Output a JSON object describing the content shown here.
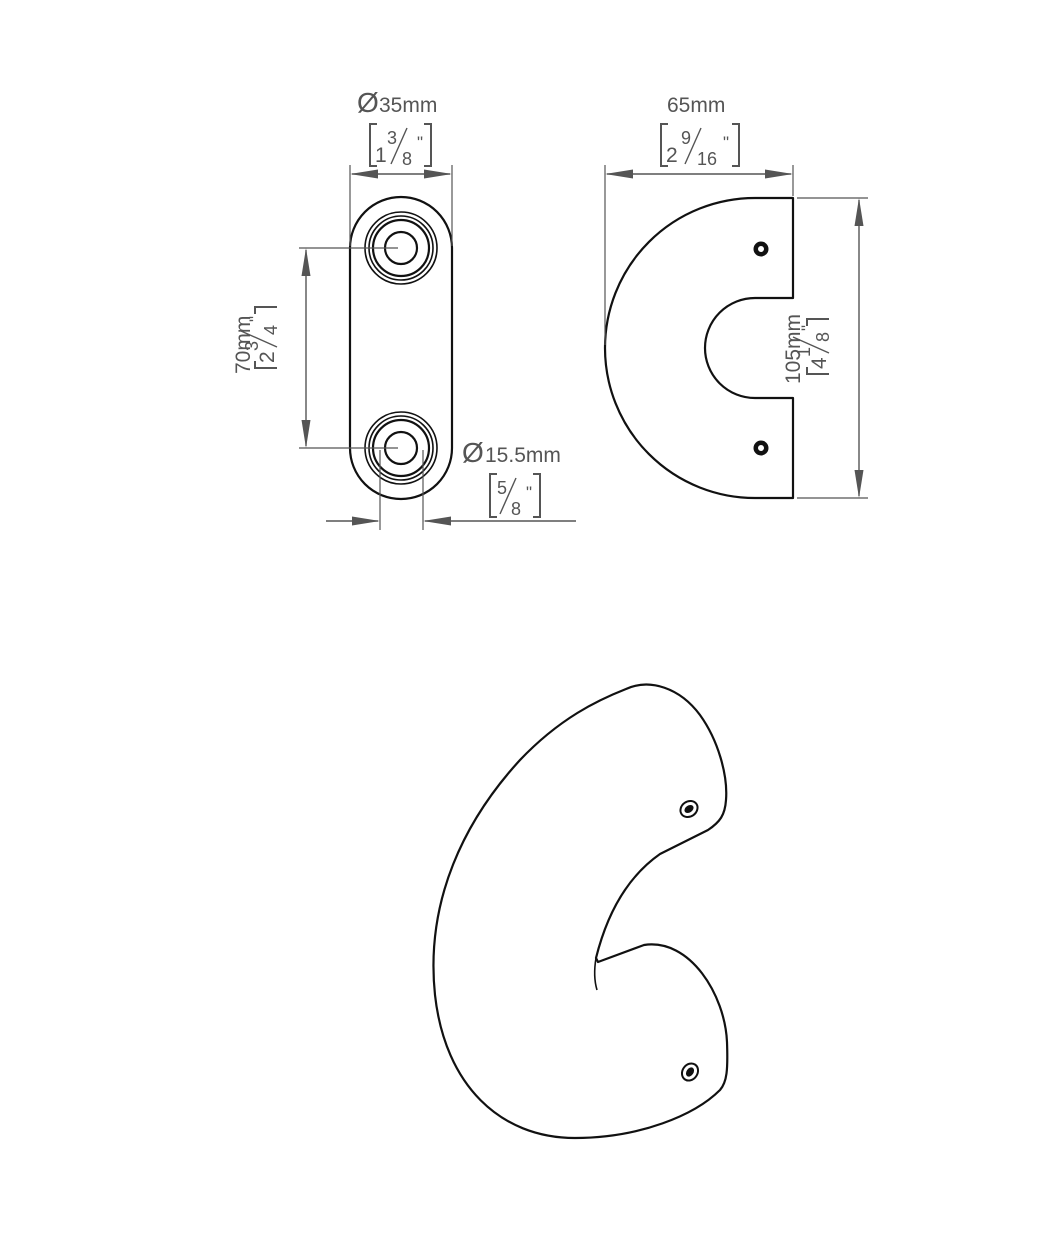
{
  "dimensions": {
    "top_width": {
      "metric": "35mm",
      "whole": "1",
      "num": "3",
      "den": "8",
      "inch": "\""
    },
    "hole_spacing": {
      "metric": "70mm",
      "whole": "2",
      "num": "3",
      "den": "4",
      "inch": "\""
    },
    "hole_diameter": {
      "metric": "15.5mm",
      "whole": "",
      "num": "5",
      "den": "8",
      "inch": "\""
    },
    "side_depth": {
      "metric": "65mm",
      "whole": "2",
      "num": "9",
      "den": "16",
      "inch": "\""
    },
    "side_height": {
      "metric": "105mm",
      "whole": "4",
      "num": "1",
      "den": "8",
      "inch": "\""
    }
  },
  "symbols": {
    "diameter": "Ø"
  },
  "colors": {
    "line": "#111111",
    "dimension": "#555555",
    "background": "#ffffff"
  }
}
